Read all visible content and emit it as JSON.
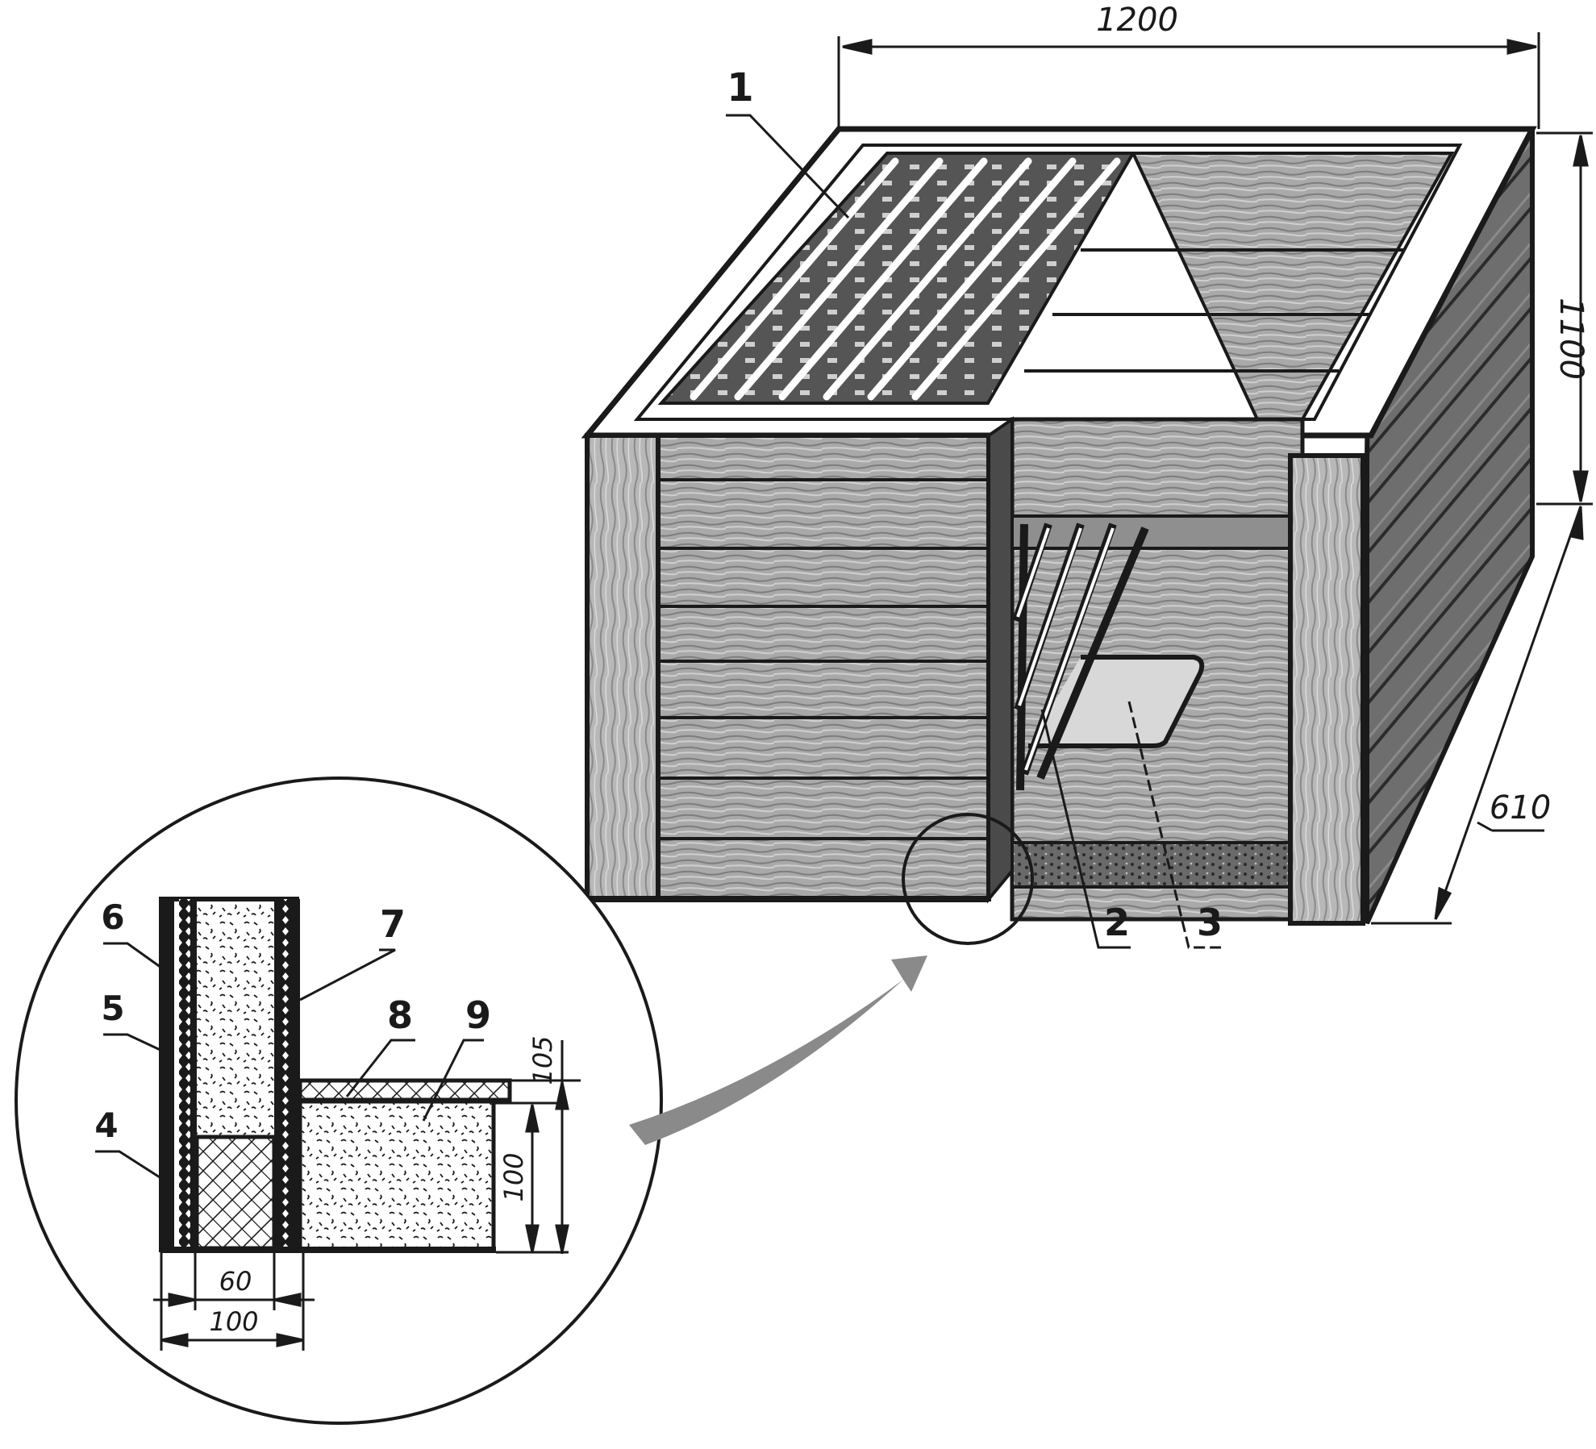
{
  "figure": {
    "type": "technical-drawing",
    "subject": "insulated wooden box with grate shelves, isometric view with wall/floor section detail"
  },
  "main_view": {
    "dimensions": {
      "width": "1200",
      "height": "1100",
      "depth": "610"
    },
    "callouts": [
      {
        "id": "1",
        "label": "1",
        "target": "top grate / slats"
      },
      {
        "id": "2",
        "label": "2",
        "target": "inner rack"
      },
      {
        "id": "3",
        "label": "3",
        "target": "tray"
      }
    ]
  },
  "detail_view": {
    "callouts": [
      {
        "id": "4",
        "label": "4"
      },
      {
        "id": "5",
        "label": "5"
      },
      {
        "id": "6",
        "label": "6"
      },
      {
        "id": "7",
        "label": "7"
      },
      {
        "id": "8",
        "label": "8"
      },
      {
        "id": "9",
        "label": "9"
      }
    ],
    "dimensions": {
      "floor_total": "105",
      "floor_insulation": "100",
      "core_width": "60",
      "wall_total": "100"
    }
  },
  "colors": {
    "ink": "#1a1a1a",
    "wood_light": "#bdbdbd",
    "wood_mid": "#8f8f8f",
    "wood_dark": "#5a5a5a",
    "paper": "#ffffff"
  }
}
